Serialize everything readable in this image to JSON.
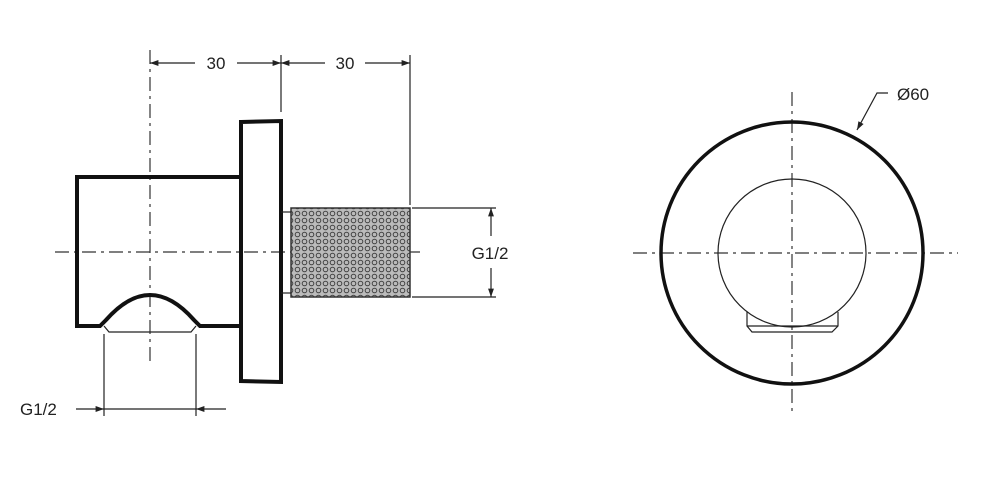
{
  "side_view": {
    "dim_top_left": "30",
    "dim_top_right": "30",
    "dim_thread": "G1/2",
    "dim_outlet": "G1/2"
  },
  "front_view": {
    "dim_diameter": "Ø60"
  },
  "colors": {
    "line": "#111111",
    "background": "#ffffff"
  }
}
